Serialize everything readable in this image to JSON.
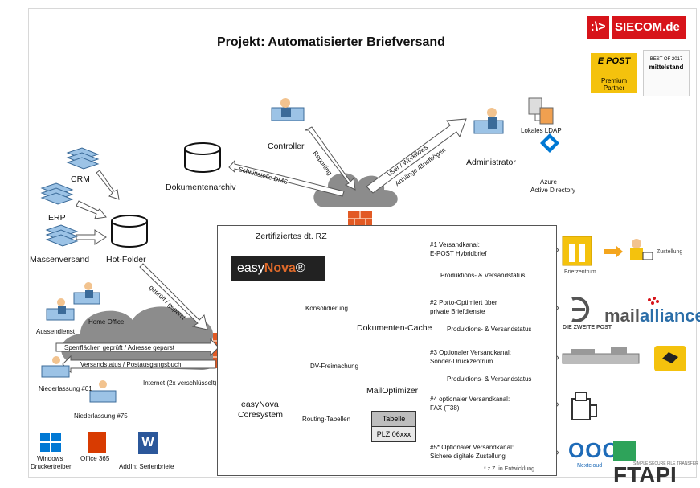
{
  "title": "Projekt: Automatisierter Briefversand",
  "brand": {
    "logo": "SIECOM.de",
    "logo_mark": ":\\>",
    "logo_color": "#d7141a"
  },
  "badges": {
    "epost_top": "E POST",
    "epost_bottom": "Premium Partner",
    "bestof_title": "BEST OF 2017",
    "bestof_name": "mittelstand"
  },
  "sources": {
    "crm": "CRM",
    "erp": "ERP",
    "massenversand": "Massenversand",
    "hotfolder": "Hot-Folder",
    "arrow_hotfolder": "geprüft / geparst"
  },
  "top": {
    "controller": "Controller",
    "dokumentenarchiv": "Dokumentenarchiv",
    "administrator": "Administrator",
    "ldap": "Lokales LDAP",
    "azure_1": "Azure",
    "azure_2": "Active Directory",
    "arrow_dms": "Schnittstelle DMS",
    "arrow_reporting": "Reporting",
    "arrow_user_1": "User / Workflows",
    "arrow_user_2": "Anhänge /Briefbögen"
  },
  "left": {
    "aussendienst": "Aussendienst",
    "home_office": "Home Office",
    "niederlassung1": "Niederlassung #01",
    "niederlassung75": "Niederlassung #75",
    "internet": "Internet (2x verschlüsselt)",
    "arrow_sperr": "Sperrflächen geprüft / Adresse geparst",
    "arrow_status": "Versandstatus / Postausgangsbuch",
    "windows_1": "Windows",
    "windows_2": "Druckertreiber",
    "office": "Office 365",
    "addin": "AddIn: Serienbriefe"
  },
  "rz": {
    "title": "Zertifiziertes dt. RZ",
    "easynova_a": "easy",
    "easynova_b": "Nova",
    "easynova_c": "®",
    "coresystem_1": "easyNova",
    "coresystem_2": "Coresystem",
    "konsolidierung": "Konsolidierung",
    "dokumenten_cache": "Dokumenten-Cache",
    "dv": "DV-Freimachung",
    "mailoptimizer": "MailOptimizer",
    "routing": "Routing-Tabellen",
    "table_head": "Tabelle",
    "table_row": "PLZ 06xxx"
  },
  "channels": [
    {
      "l1": "#1 Versandkanal:",
      "l2": "E-POST  Hybridbrief",
      "status": "Produktions- & Versandstatus",
      "icon": "briefzentrum-icon",
      "icon_label": "Briefzentrum",
      "extra": "Zustellung"
    },
    {
      "l1": "#2 Porto-Optimiert über",
      "l2": "private Briefdienste",
      "status": "Produktions- & Versandstatus",
      "icon": "zweite-post-icon",
      "icon_label": "DIE ZWEITE POST",
      "extra_a": "mail",
      "extra_b": "alliance"
    },
    {
      "l1": "#3 Optionaler Versandkanal:",
      "l2": "Sonder-Druckzentrum",
      "status": "Produktions- & Versandstatus",
      "icon": "printer-line-icon"
    },
    {
      "l1": "#4 optionaler Versandkanal:",
      "l2": "FAX (T38)",
      "icon": "fax-icon"
    },
    {
      "l1": "#5* Optionaler Versandkanal:",
      "l2": "Sichere digitale Zustellung",
      "footnote": "* z.Z. in Entwicklung",
      "nextcloud": "OOO",
      "nextcloud_label": "Nextcloud",
      "ftapi": "FTAPI",
      "ftapi_sub": "SIMPLE SECURE FILE TRANSFER"
    }
  ]
}
